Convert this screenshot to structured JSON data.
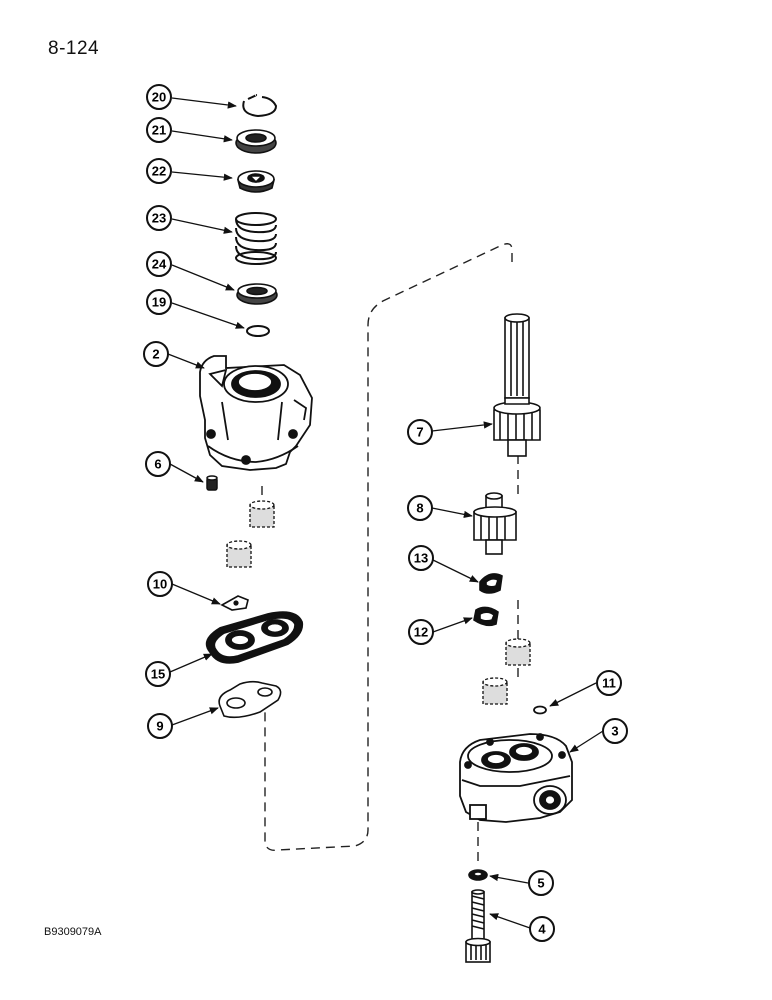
{
  "header": {
    "page_number": "8-124"
  },
  "footer": {
    "figure_code": "B9309079A"
  },
  "callouts": [
    {
      "id": "callout-20",
      "label": "20"
    },
    {
      "id": "callout-21",
      "label": "21"
    },
    {
      "id": "callout-22",
      "label": "22"
    },
    {
      "id": "callout-23",
      "label": "23"
    },
    {
      "id": "callout-24",
      "label": "24"
    },
    {
      "id": "callout-19",
      "label": "19"
    },
    {
      "id": "callout-2",
      "label": "2"
    },
    {
      "id": "callout-6",
      "label": "6"
    },
    {
      "id": "callout-10",
      "label": "10"
    },
    {
      "id": "callout-15",
      "label": "15"
    },
    {
      "id": "callout-9",
      "label": "9"
    },
    {
      "id": "callout-7",
      "label": "7"
    },
    {
      "id": "callout-8",
      "label": "8"
    },
    {
      "id": "callout-13",
      "label": "13"
    },
    {
      "id": "callout-12",
      "label": "12"
    },
    {
      "id": "callout-11",
      "label": "11"
    },
    {
      "id": "callout-3",
      "label": "3"
    },
    {
      "id": "callout-5",
      "label": "5"
    },
    {
      "id": "callout-4",
      "label": "4"
    }
  ]
}
